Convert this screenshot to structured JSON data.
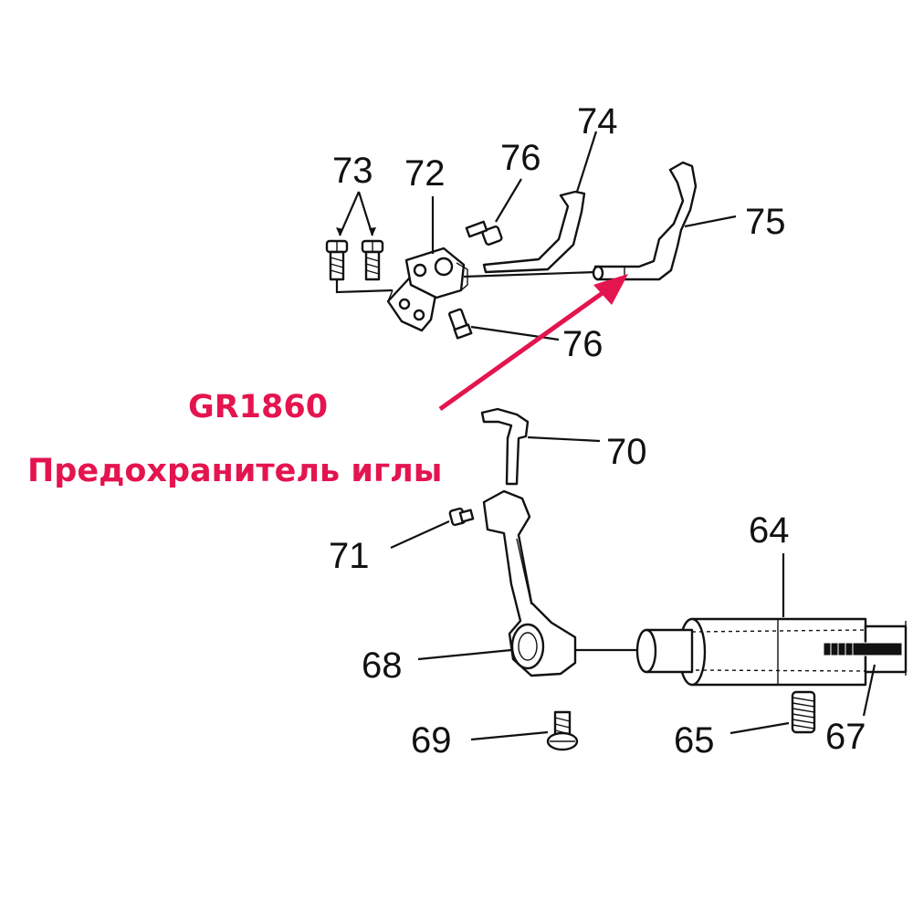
{
  "annotation": {
    "code": "GR1860",
    "description": "Предохранитель иглы",
    "color": "#e4144f"
  },
  "callouts": [
    {
      "key": "c64",
      "label": "64"
    },
    {
      "key": "c65",
      "label": "65"
    },
    {
      "key": "c67",
      "label": "67"
    },
    {
      "key": "c68",
      "label": "68"
    },
    {
      "key": "c69",
      "label": "69"
    },
    {
      "key": "c70",
      "label": "70"
    },
    {
      "key": "c71",
      "label": "71"
    },
    {
      "key": "c72",
      "label": "72"
    },
    {
      "key": "c73",
      "label": "73"
    },
    {
      "key": "c74",
      "label": "74"
    },
    {
      "key": "c75",
      "label": "75"
    },
    {
      "key": "c76a",
      "label": "76"
    },
    {
      "key": "c76b",
      "label": "76"
    }
  ],
  "colors": {
    "line": "#111111",
    "background": "#ffffff"
  }
}
